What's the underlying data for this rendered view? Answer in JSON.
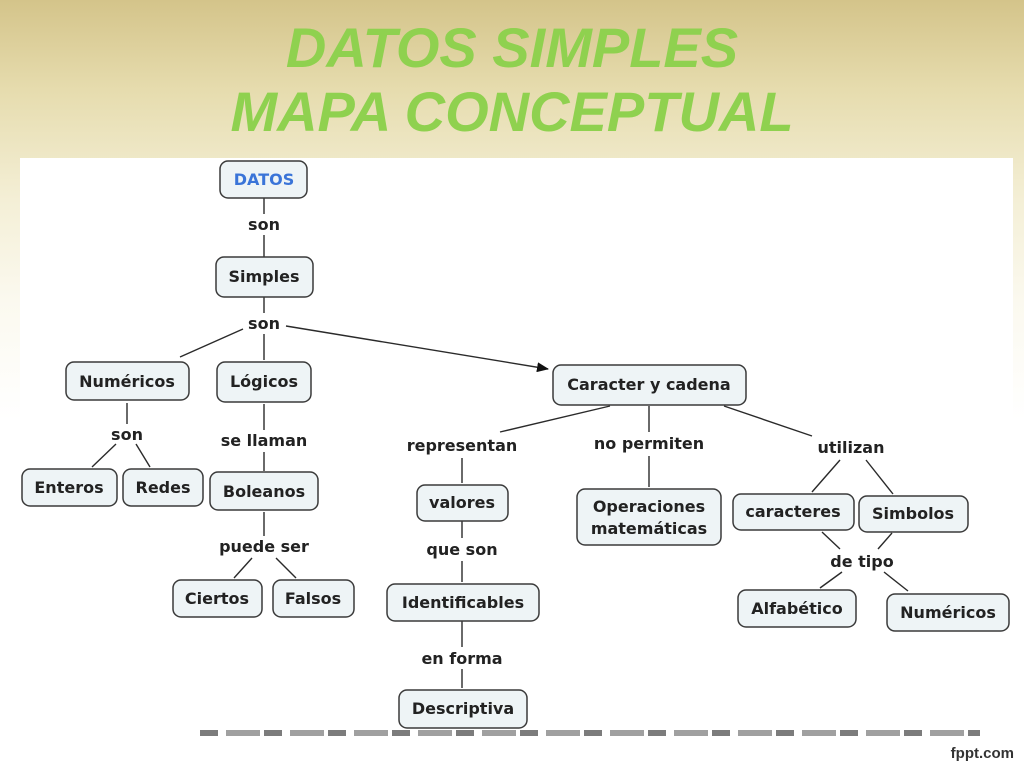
{
  "title": {
    "line1": "DATOS SIMPLES",
    "line2": "MAPA CONCEPTUAL"
  },
  "nodes": {
    "datos": "DATOS",
    "simples": "Simples",
    "numericos": "Numéricos",
    "logicos": "Lógicos",
    "caracter": "Caracter y cadena",
    "enteros": "Enteros",
    "redes": "Redes",
    "boleanos": "Boleanos",
    "ciertos": "Ciertos",
    "falsos": "Falsos",
    "valores": "valores",
    "identificables": "Identificables",
    "descriptiva": "Descriptiva",
    "operaciones_1": "Operaciones",
    "operaciones_2": "matemáticas",
    "caracteres": "caracteres",
    "simbolos": "Simbolos",
    "alfabetico": "Alfabético",
    "numericos2": "Numéricos"
  },
  "links": {
    "son1": "son",
    "son2": "son",
    "son3": "son",
    "se_llaman": "se llaman",
    "puede_ser": "puede ser",
    "representan": "representan",
    "no_permiten": "no permiten",
    "utilizan": "utilizan",
    "que_son": "que son",
    "en_forma": "en forma",
    "de_tipo": "de tipo"
  },
  "footer": {
    "brand": "fppt.com"
  },
  "colors": {
    "title": "#8fd14f",
    "root_text": "#3a74d8",
    "node_fill": "#eef4f6"
  }
}
